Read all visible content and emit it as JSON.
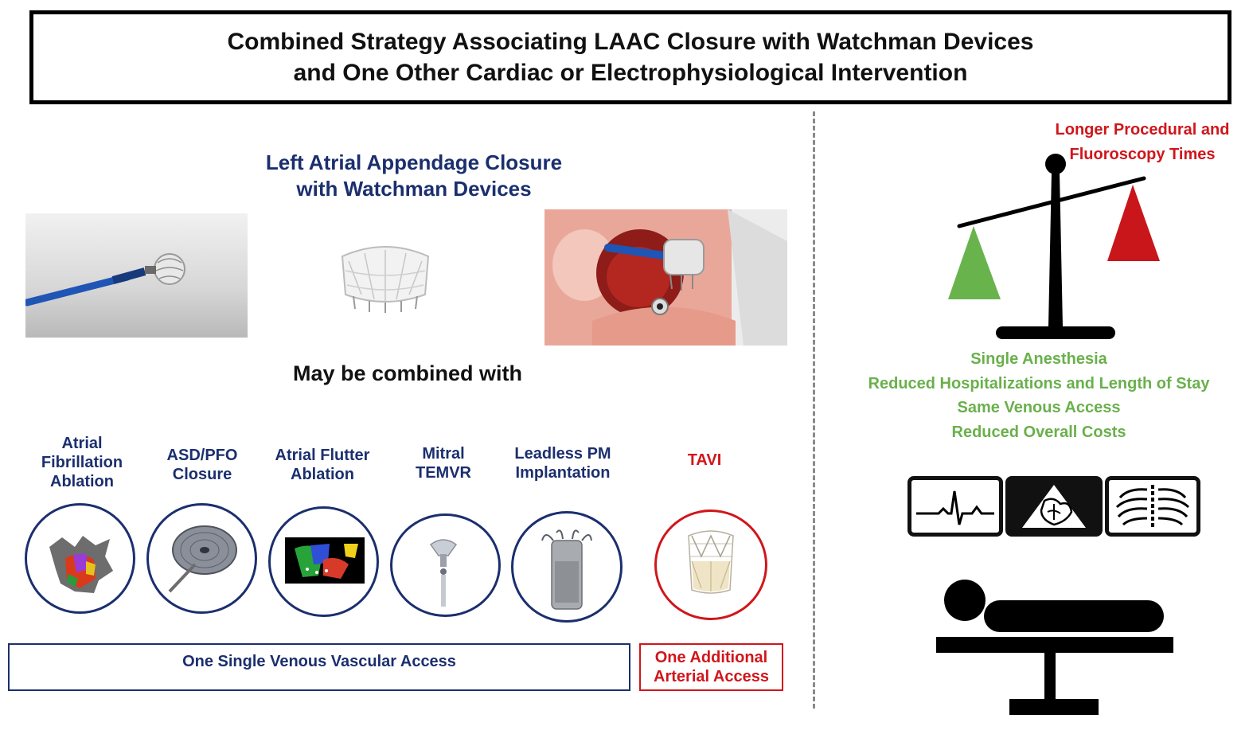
{
  "title": {
    "line1": "Combined Strategy Associating LAAC Closure with Watchman Devices",
    "line2": "and One Other Cardiac or Electrophysiological Intervention"
  },
  "left": {
    "heading_line1": "Left Atrial Appendage Closure",
    "heading_line2": "with Watchman Devices",
    "combined_text": "May be combined with",
    "procedures": [
      {
        "label": "Atrial\nFibrillation\nAblation",
        "color": "#1b2f6e",
        "icon": "af-ablation-map-icon"
      },
      {
        "label": "ASD/PFO\nClosure",
        "color": "#1b2f6e",
        "icon": "occluder-disc-icon"
      },
      {
        "label": "Atrial Flutter\nAblation",
        "color": "#1b2f6e",
        "icon": "flutter-map-icon"
      },
      {
        "label": "Mitral\nTEMVR",
        "color": "#1b2f6e",
        "icon": "mitral-clip-icon"
      },
      {
        "label": "Leadless PM\nImplantation",
        "color": "#1b2f6e",
        "icon": "leadless-pacemaker-icon"
      },
      {
        "label": "TAVI",
        "color": "#d0161b",
        "icon": "tavi-valve-icon"
      }
    ],
    "venous_access": "One Single Venous Vascular Access",
    "arterial_access": "One Additional\nArterial Access"
  },
  "right": {
    "drawback": "Longer Procedural and\nFluoroscopy Times",
    "benefits": [
      "Single Anesthesia",
      "Reduced Hospitalizations and Length of Stay",
      "Same Venous Access",
      "Reduced Overall Costs"
    ]
  },
  "colors": {
    "navy": "#1b2f6e",
    "red": "#d0161b",
    "green": "#6ab04c",
    "black": "#111111"
  }
}
